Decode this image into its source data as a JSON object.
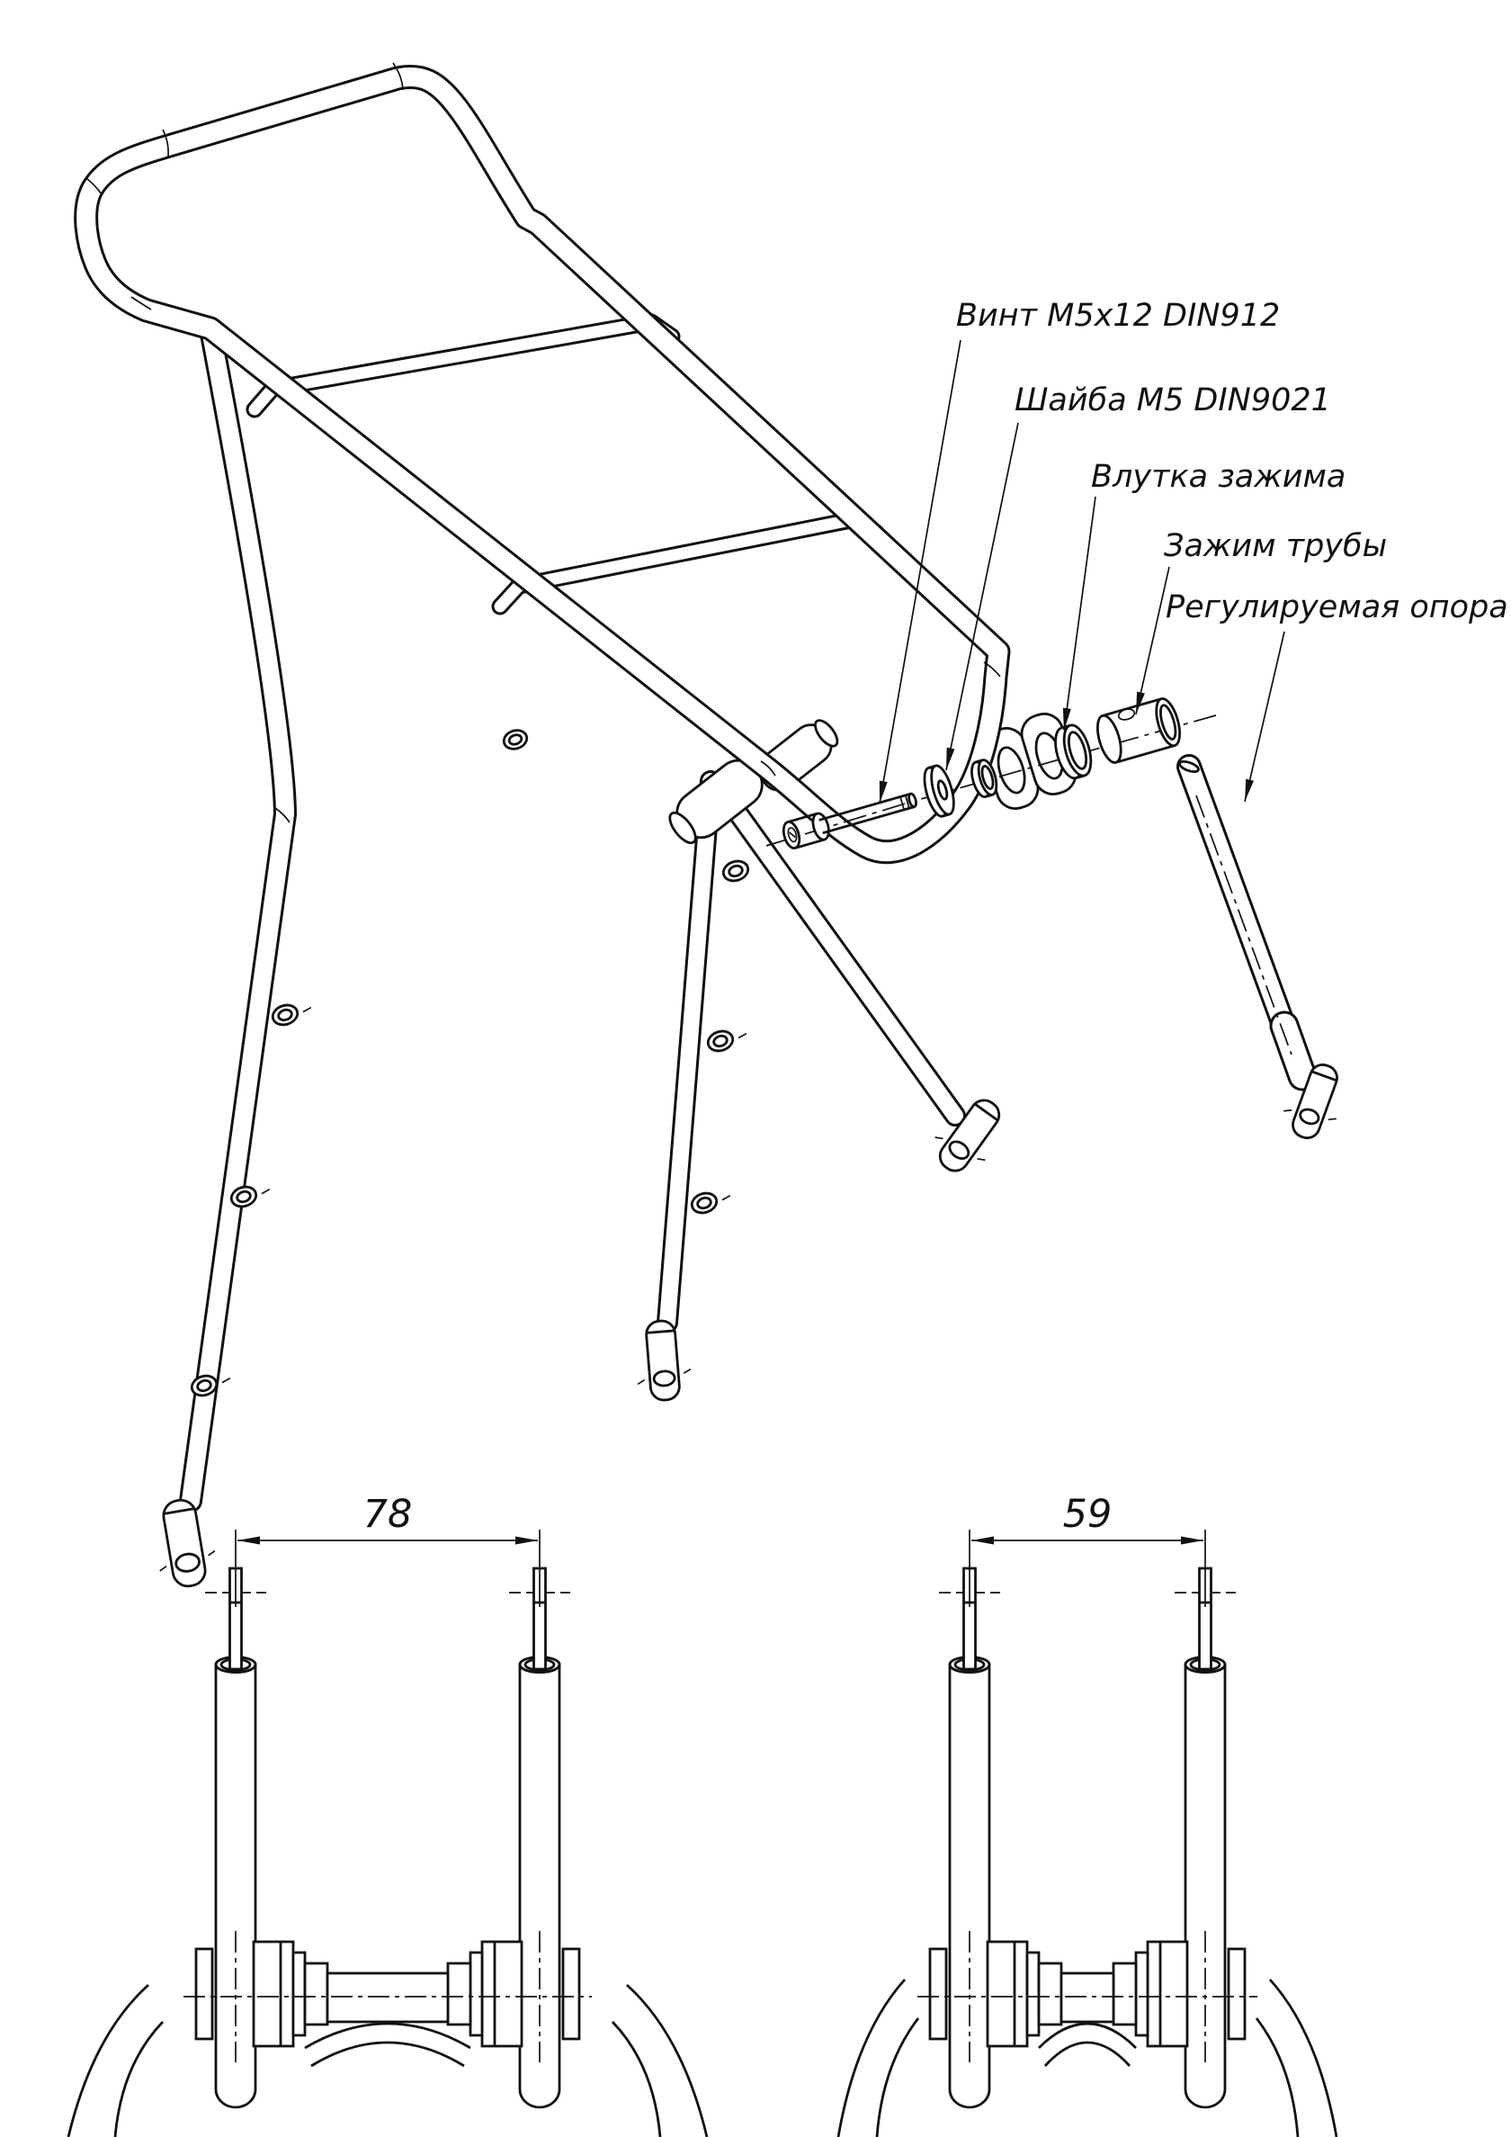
{
  "document": {
    "background": "#ffffff",
    "ink": "#111111",
    "type": "technical-drawing"
  },
  "callouts": [
    {
      "label": "Винт M5x12 DIN912"
    },
    {
      "label": "Шайба M5 DIN9021"
    },
    {
      "label": "Влутка зажима"
    },
    {
      "label": "Зажим трубы"
    },
    {
      "label": "Регулируемая опора"
    }
  ],
  "views": {
    "left": {
      "dimension": "78"
    },
    "right": {
      "dimension": "59"
    }
  }
}
